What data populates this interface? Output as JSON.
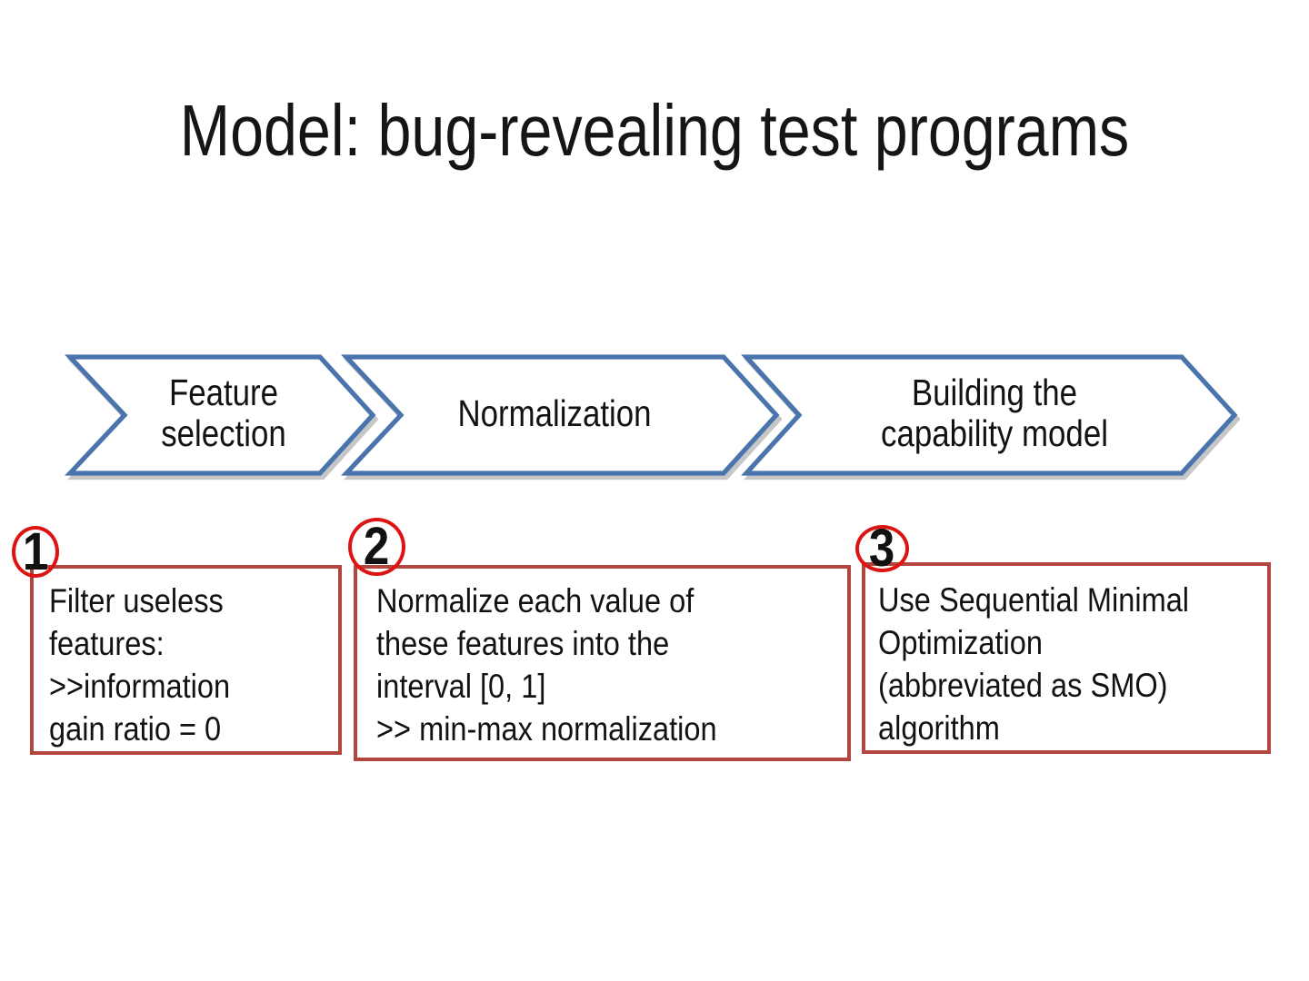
{
  "title": "Model: bug-revealing test programs",
  "colors": {
    "background": "#ffffff",
    "title_text": "#151515",
    "body_text": "#121212",
    "chevron_stroke": "#4a74ac",
    "chevron_fill": "#ffffff",
    "chevron_shadow": "#8e8e8e",
    "step_circle_ring": "#dc1414",
    "step_number_color": "#111111",
    "callout_border": "#b2463e"
  },
  "process": {
    "steps": [
      {
        "lines": [
          "Feature",
          "selection"
        ]
      },
      {
        "lines": [
          "Normalization"
        ]
      },
      {
        "lines": [
          "Building the",
          "capability model"
        ]
      }
    ]
  },
  "callouts": [
    {
      "number": "1",
      "lines": [
        "Filter useless",
        "features:",
        ">>information",
        "gain ratio = 0"
      ]
    },
    {
      "number": "2",
      "lines": [
        "Normalize each value of",
        "these features into the",
        "interval [0, 1]",
        ">> min-max normalization"
      ]
    },
    {
      "number": "3",
      "lines": [
        "Use Sequential Minimal",
        "Optimization",
        "(abbreviated as SMO)",
        "algorithm"
      ]
    }
  ]
}
